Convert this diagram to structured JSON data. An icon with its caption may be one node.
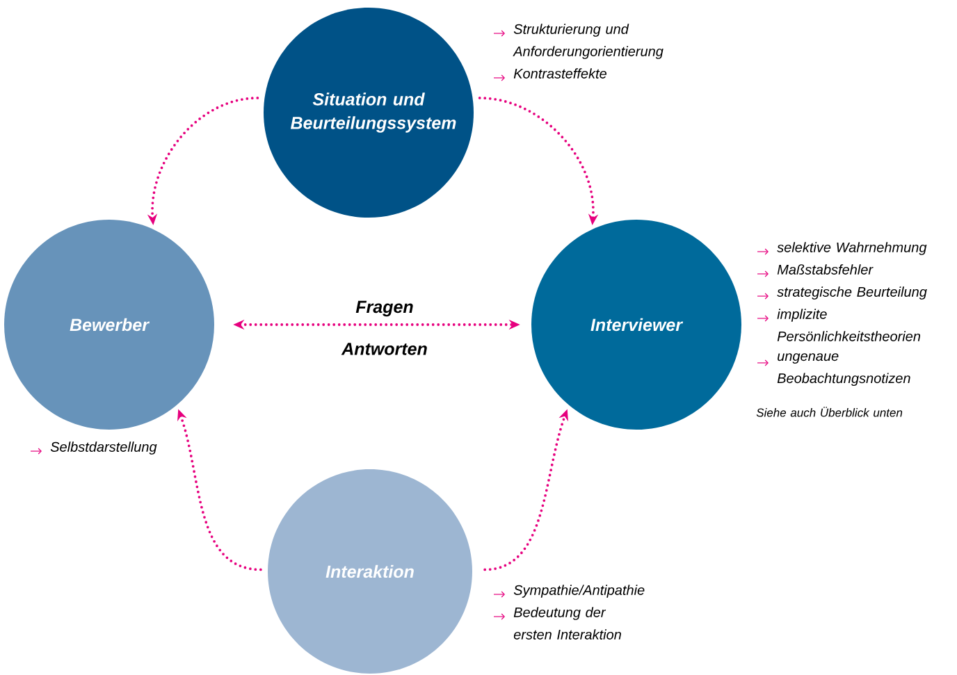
{
  "diagram": {
    "nodes": [
      {
        "text": [
          "Situation und Beurteilungssystem"
        ],
        "beside": [
          "Strukturierung und Anforderungorientierung",
          "Kontrasteffekte"
        ]
      },
      {
        "text": [
          "Bewerber"
        ],
        "beside": [
          "Selbstdarstellung"
        ]
      },
      {
        "text": [
          "Interviewer"
        ],
        "beside": [
          "selektive Wahrnehmung",
          "Maßstabsfehler",
          "strategische Beurteilung",
          "implizite Persönlichkeitstheorien",
          "ungenaue Beobachtungsnotizen",
          "Siehe auch Überblick unten"
        ]
      },
      {
        "text": [
          "Interaktion"
        ],
        "beside": [
          "Sympathie/Antipathie",
          "Bedeutung der ersten Interaktion"
        ]
      }
    ],
    "edges": [
      {
        "from": 0,
        "to": 1,
        "arrow": "to"
      },
      {
        "from": 0,
        "to": 2,
        "arrow": "to"
      },
      {
        "from": 1,
        "to": 2,
        "arrow": "both",
        "label": "Fragen"
      },
      {
        "from": 3,
        "to": 1,
        "arrow": "to"
      },
      {
        "from": 3,
        "to": 2,
        "arrow": "to"
      }
    ],
    "labels": [
      "Antworten"
    ]
  }
}
